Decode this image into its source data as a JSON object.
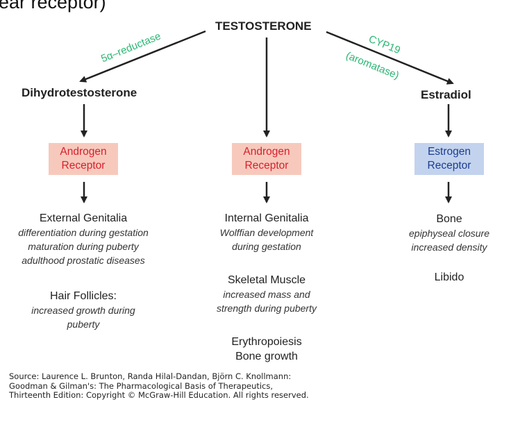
{
  "top_fragment": "ear receptor)",
  "hormones": {
    "testosterone": "TESTOSTERONE",
    "dht": "Dihydrotestosterone",
    "estradiol": "Estradiol"
  },
  "enzymes": {
    "reductase": "5α–reductase",
    "cyp19": "CYP19",
    "aromatase": "(aromatase)"
  },
  "receptors": {
    "left": [
      "Androgen",
      "Receptor"
    ],
    "center": [
      "Androgen",
      "Receptor"
    ],
    "right": [
      "Estrogen",
      "Receptor"
    ]
  },
  "effects": {
    "left": {
      "external_genitalia": {
        "title": "External Genitalia",
        "lines": [
          "differentiation during gestation",
          "maturation during puberty",
          "adulthood prostatic diseases"
        ]
      },
      "hair_follicles": {
        "title": "Hair Follicles:",
        "lines": [
          "increased growth during",
          "puberty"
        ]
      }
    },
    "center": {
      "internal_genitalia": {
        "title": "Internal Genitalia",
        "lines": [
          "Wolffian development",
          "during gestation"
        ]
      },
      "skeletal_muscle": {
        "title": "Skeletal Muscle",
        "lines": [
          "increased mass and",
          "strength during puberty"
        ]
      },
      "other": [
        "Erythropoiesis",
        "Bone growth"
      ]
    },
    "right": {
      "bone": {
        "title": "Bone",
        "lines": [
          "epiphyseal closure",
          "increased density"
        ]
      },
      "libido": "Libido"
    }
  },
  "source": [
    "Source: Laurence L. Brunton, Randa Hilal-Dandan, Björn C. Knollmann:",
    "Goodman & Gilman's: The Pharmacological Basis of Therapeutics,",
    "Thirteenth Edition: Copyright © McGraw-Hill Education. All rights reserved."
  ]
}
